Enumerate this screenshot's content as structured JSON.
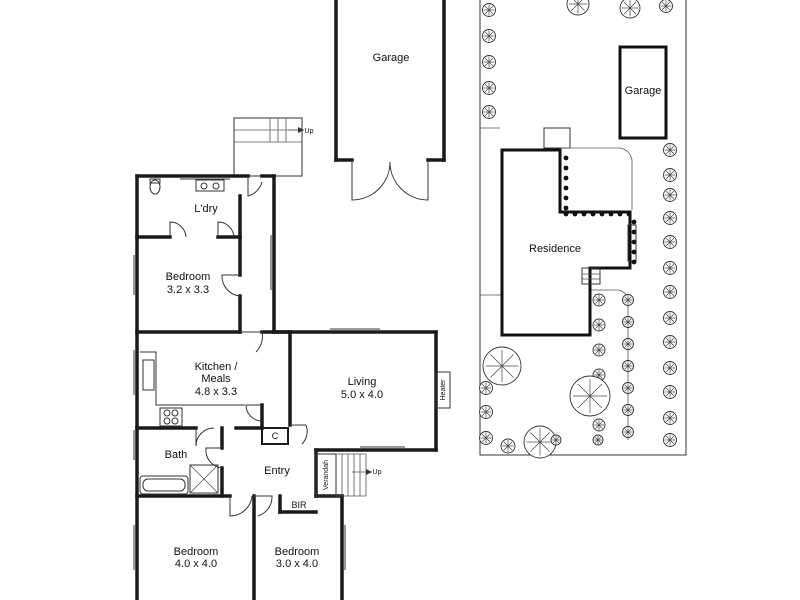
{
  "floor_plan": {
    "rooms": {
      "garage": "Garage",
      "laundry": "L'dry",
      "bedroom1_name": "Bedroom",
      "bedroom1_size": "3.2 x 3.3",
      "kitchen_name": "Kitchen /",
      "kitchen_name2": "Meals",
      "kitchen_size": "4.8 x 3.3",
      "living_name": "Living",
      "living_size": "5.0 x 4.0",
      "heater": "Heater",
      "bath": "Bath",
      "cupboard": "C",
      "entry": "Entry",
      "verandah": "Verandah",
      "bir": "BIR",
      "bedroom2_name": "Bedroom",
      "bedroom2_size": "4.0 x 4.0",
      "bedroom3_name": "Bedroom",
      "bedroom3_size": "3.0 x 4.0"
    },
    "stairs_top_label": "Up",
    "stairs_verandah_label": "Up"
  },
  "site_plan": {
    "garage": "Garage",
    "residence": "Residence"
  }
}
